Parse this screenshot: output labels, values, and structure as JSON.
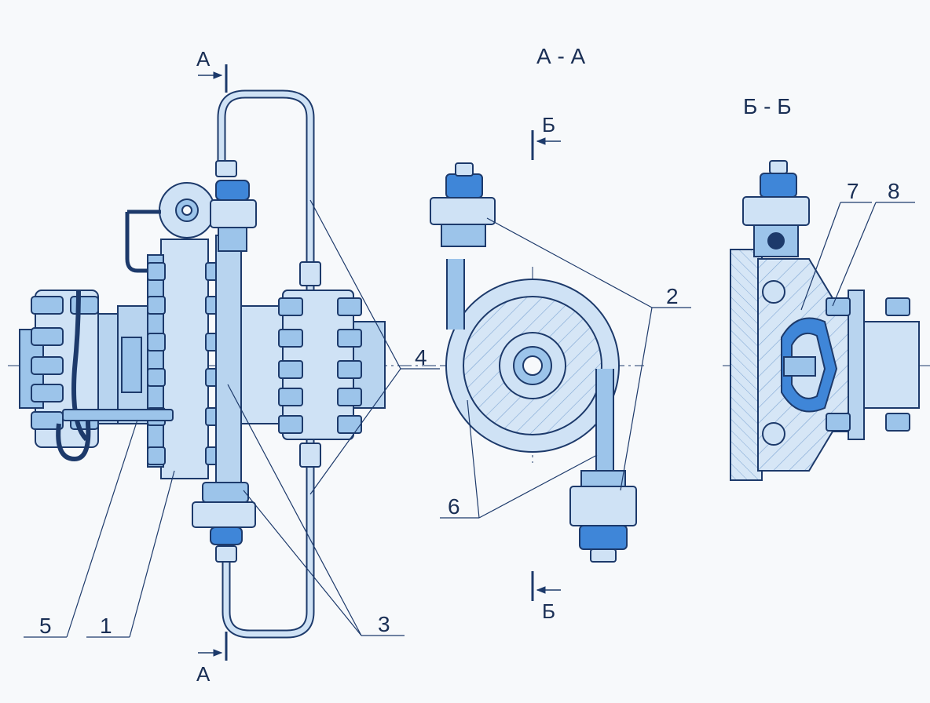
{
  "colors": {
    "background": "#f7f9fb",
    "line": "#1d3a6b",
    "fill_light": "#cfe2f5",
    "fill_mid": "#9cc4ea",
    "fill_dark": "#3f86d8",
    "hatch": "#8eb3dc"
  },
  "section_titles": {
    "aa": "А - А",
    "bb": "Б - Б"
  },
  "cut_markers": {
    "a_top": "А",
    "a_bottom": "А",
    "b_top": "Б",
    "b_bottom": "Б"
  },
  "callouts": {
    "c1": "1",
    "c2": "2",
    "c3": "3",
    "c4": "4",
    "c5": "5",
    "c6": "6",
    "c7": "7",
    "c8": "8"
  }
}
